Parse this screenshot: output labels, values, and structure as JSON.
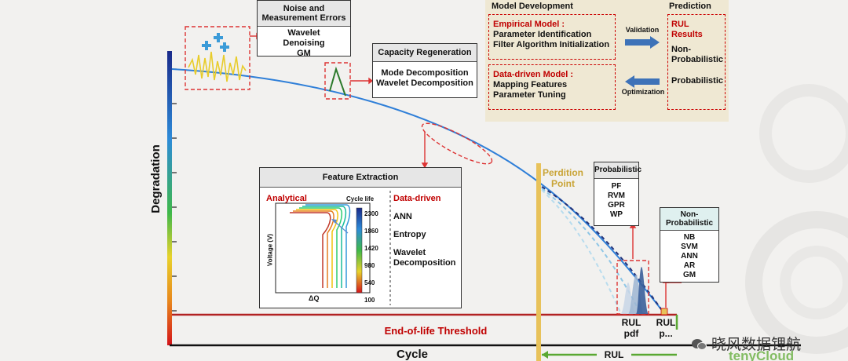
{
  "axes": {
    "y_label": "Degradation",
    "x_label": "Cycle",
    "eol_label": "End-of-life Threshold",
    "rul_arrow_label": "RUL"
  },
  "noise_box": {
    "title": "Noise and Measurement Errors",
    "methods": [
      "Wavelet",
      "Denoising",
      "GM"
    ]
  },
  "regen_box": {
    "title": "Capacity Regeneration",
    "methods": [
      "Mode Decomposition",
      "Wavelet Decomposition"
    ]
  },
  "feature_box": {
    "title": "Feature Extraction",
    "analytical_label": "Analytical",
    "datadriven_label": "Data-driven",
    "colorbar_title": "Cycle life",
    "colorbar_ticks": [
      "2300",
      "1860",
      "1420",
      "980",
      "540",
      "100"
    ],
    "y_axis": "Voltage (V)",
    "x_axis": "ΔQ",
    "datadriven_items": [
      "ANN",
      "Entropy",
      "Wavelet",
      "Decomposition"
    ]
  },
  "prediction_point": [
    "Perdition",
    "Point"
  ],
  "probabilistic_box": {
    "title": "Probabilistic",
    "items": [
      "PF",
      "RVM",
      "GPR",
      "WP"
    ]
  },
  "nonprob_box": {
    "title": [
      "Non-",
      "Probabilistic"
    ],
    "items": [
      "NB",
      "SVM",
      "ANN",
      "AR",
      "GM"
    ]
  },
  "rul_pdf_label": [
    "RUL",
    "pdf"
  ],
  "rul_label": [
    "RUL",
    "p..."
  ],
  "model_dev": {
    "title": "Model Development",
    "prediction_title": "Prediction",
    "empirical_title": "Empirical Model :",
    "empirical_items": [
      "Parameter Identification",
      "Filter Algorithm Initialization"
    ],
    "datadriven_title": "Data-driven Model :",
    "datadriven_items": [
      "Mapping Features",
      "Parameter Tuning"
    ],
    "validation": "Validation",
    "optimization": "Optimization",
    "rul_results": [
      "RUL",
      "Results"
    ],
    "non_probabilistic": [
      "Non-",
      "Probabilistic"
    ],
    "probabilistic": "Probabilistic"
  },
  "watermark": {
    "text": "晓风数据锂航",
    "brand": "tenyCloud"
  },
  "colors": {
    "accent_red": "#c00000",
    "curve_blue": "#2f7fd8",
    "threshold_red": "#b22222",
    "point_gold": "#e8c25a",
    "rul_green": "#5aa832",
    "panel_beige": "#efe8d3"
  }
}
